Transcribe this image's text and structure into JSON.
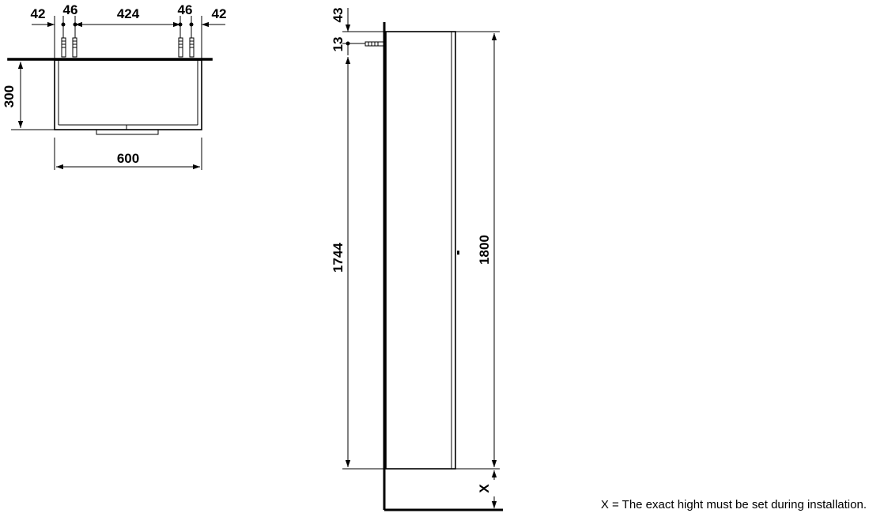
{
  "top_view": {
    "dims_top": [
      "42",
      "46",
      "424",
      "46",
      "42"
    ],
    "depth": "300",
    "width": "600"
  },
  "side_view": {
    "dim_43": "43",
    "dim_13": "13",
    "height_mount": "1744",
    "height_total": "1800",
    "gap_label": "X"
  },
  "note": "X = The exact hight must be set during installation."
}
